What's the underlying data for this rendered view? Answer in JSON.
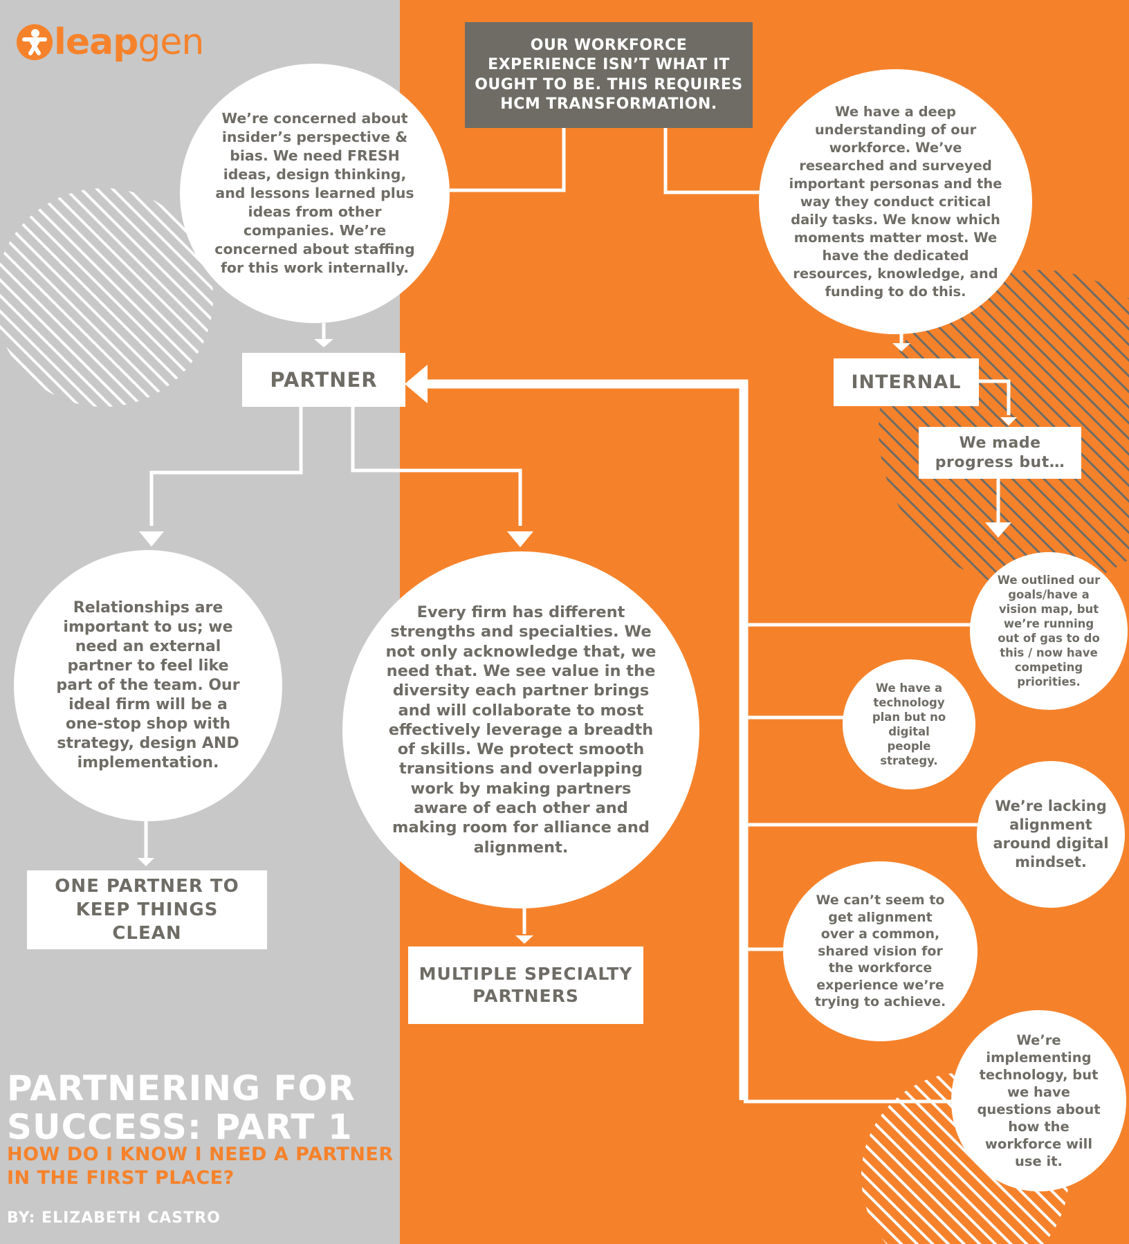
{
  "colors": {
    "gray": "#c8c8c8",
    "orange": "#f5822b",
    "dark": "#6e6c65",
    "white": "#ffffff"
  },
  "logo": {
    "part1": "leap",
    "part2": "gen"
  },
  "top_box": "OUR WORKFORCE EXPERIENCE ISN’T WHAT IT OUGHT TO BE. THIS REQUIRES HCM TRANSFORMATION.",
  "circles": {
    "concerned": "We’re concerned about insider’s perspective & bias. We need FRESH ideas, design thinking, and lessons learned plus ideas from other companies. We’re concerned about staffing for this work internally.",
    "deep_understanding": "We have a deep understanding of our workforce. We’ve researched and surveyed important personas and the way they conduct critical daily tasks. We know which moments matter most. We have the dedicated resources, knowledge, and funding to do this.",
    "relationships": "Relationships are important to us; we need an external partner to feel like part of the team. Our ideal firm will be a one-stop shop with strategy, design AND implementation.",
    "every_firm": "Every firm has different strengths and specialties. We not only acknowledge that, we need that. We see value in the diversity each partner brings and will collaborate to most effectively leverage a breadth of skills. We protect smooth transitions and overlapping work by making partners aware of each other and making room for alliance and alignment.",
    "outlined_goals": "We outlined our goals/have a vision map, but we’re running out of gas to do this / now have competing priorities.",
    "tech_plan": "We have a technology plan but no digital people strategy.",
    "lacking_alignment": "We’re lacking alignment around digital mindset.",
    "cant_seem": "We can’t seem to get alignment over a common, shared vision for the workforce experience we’re trying to achieve.",
    "implementing": "We’re implementing technology, but we have questions about how the workforce will use it."
  },
  "boxes": {
    "partner": "PARTNER",
    "internal": "INTERNAL",
    "progress": "We made progress but…",
    "one_partner": "ONE PARTNER TO KEEP THINGS CLEAN",
    "multiple": "MULTIPLE SPECIALTY PARTNERS"
  },
  "title": "PARTNERING FOR SUCCESS: PART 1",
  "subtitle": "HOW DO I KNOW I NEED A PARTNER IN THE FIRST PLACE?",
  "byline": "BY: ELIZABETH CASTRO"
}
